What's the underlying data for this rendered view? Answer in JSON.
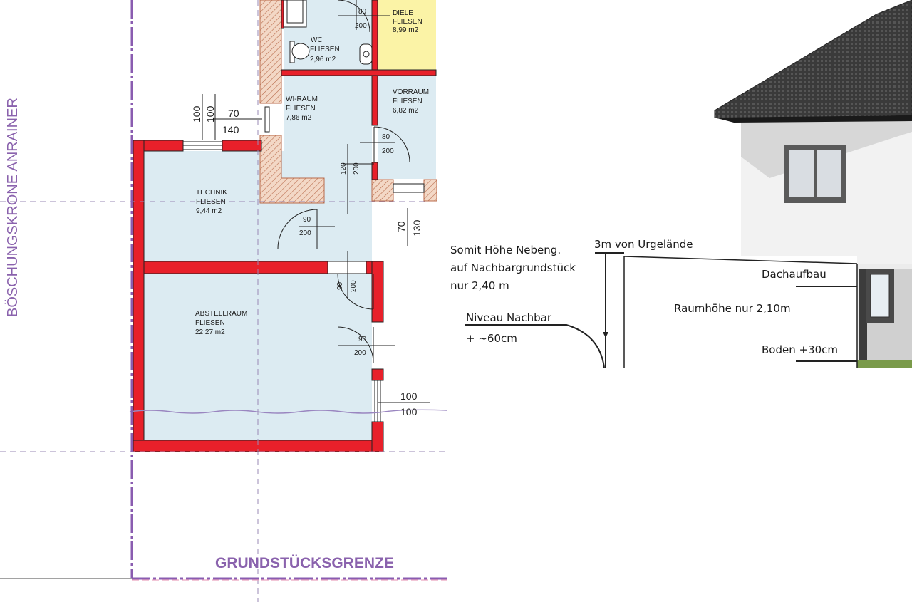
{
  "plan": {
    "boundary_vertical_label": "BÖSCHUNGSKRONE ANRAINER",
    "boundary_bottom_label": "GRUNDSTÜCKSGRENZE",
    "rooms": {
      "diele": {
        "name": "DIELE",
        "floor": "FLIESEN",
        "area": "8,99 m2"
      },
      "wc": {
        "name": "WC",
        "floor": "FLIESEN",
        "area": "2,96 m2"
      },
      "wiraum": {
        "name": "WI-RAUM",
        "floor": "FLIESEN",
        "area": "7,86 m2"
      },
      "vorraum": {
        "name": "VORRAUM",
        "floor": "FLIESEN",
        "area": "6,82 m2"
      },
      "technik": {
        "name": "TECHNIK",
        "floor": "FLIESEN",
        "area": "9,44 m2"
      },
      "abstell": {
        "name": "ABSTELLRAUM",
        "floor": "FLIESEN",
        "area": "22,27 m2"
      }
    },
    "dims": {
      "d_80_top": "80",
      "d_200_top": "200",
      "d_100_a": "100",
      "d_100_b": "100",
      "d_70_w": "70",
      "d_140": "140",
      "d_80_v": "80",
      "d_200_v": "200",
      "d_120": "120",
      "d_200_c": "200",
      "d_70_r": "70",
      "d_130": "130",
      "d_90_t": "90",
      "d_200_t": "200",
      "d_90_c": "90",
      "d_200_cc": "200",
      "d_90_a": "90",
      "d_200_a": "200",
      "d_100_r1": "100",
      "d_100_r2": "100"
    }
  },
  "elevation": {
    "note_line1": "Somit Höhe Nebeng.",
    "note_line2": "auf Nachbargrundstück",
    "note_line3": "nur 2,40 m",
    "label_3m": "3m von Urgelände",
    "label_dachaufbau": "Dachaufbau",
    "label_raumhoehe": "Raumhöhe nur 2,10m",
    "label_niveau1": "Niveau Nachbar",
    "label_niveau2": "+ ~60cm",
    "label_boden": "Boden +30cm"
  },
  "colors": {
    "wall_red": "#e8202a",
    "room_fill": "#dcebf2",
    "diele_fill": "#fbf3a6",
    "boundary_purple": "#8a5cb0",
    "label_purple": "#8a62ad"
  }
}
